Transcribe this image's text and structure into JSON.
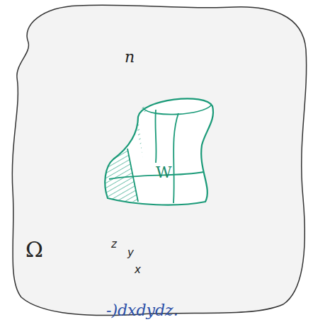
{
  "diagram": {
    "nodes": [
      {
        "text": [
          "Ω"
        ]
      },
      {
        "text": [
          "W"
        ],
        "in": 0
      }
    ],
    "labels": [
      "n",
      "z",
      "y",
      "x",
      "-)dxdydz."
    ]
  }
}
